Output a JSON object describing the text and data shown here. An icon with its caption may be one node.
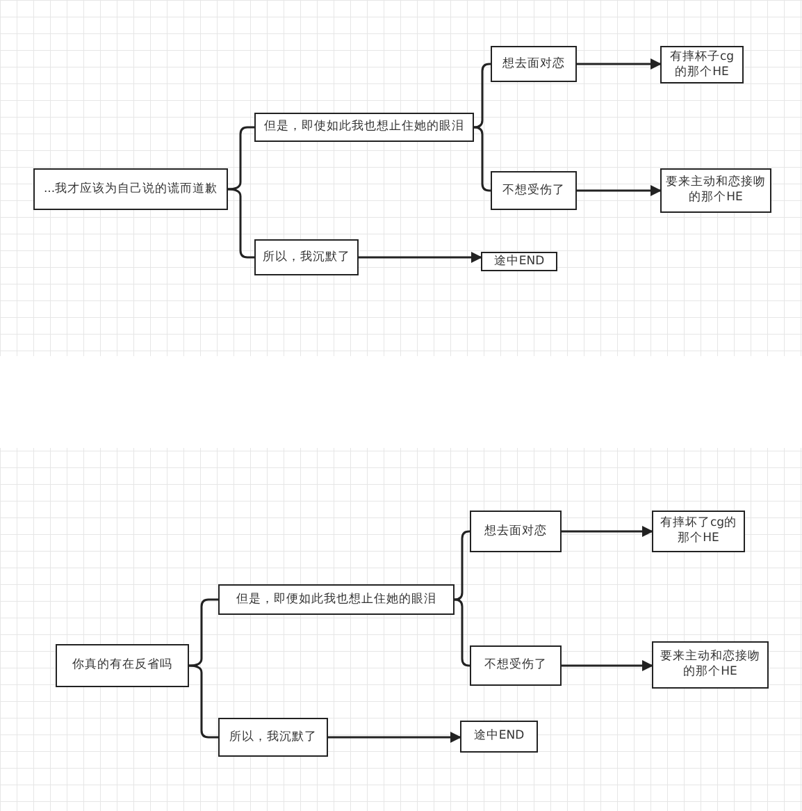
{
  "diagram": {
    "nodes": [
      {
        "text": [
          "...我才应该为自己说的谎而道歉"
        ]
      },
      {
        "text": [
          "但是，即使如此我也想止住她的眼泪"
        ]
      },
      {
        "text": [
          "想去面对恋"
        ]
      },
      {
        "text": [
          "有摔杯子cg的那个HE"
        ]
      },
      {
        "text": [
          "不想受伤了"
        ]
      },
      {
        "text": [
          "要来主动和恋接吻的那个HE"
        ]
      },
      {
        "text": [
          "所以，我沉默了"
        ]
      },
      {
        "text": [
          "途中END"
        ]
      },
      {
        "text": [
          "你真的有在反省吗"
        ]
      },
      {
        "text": [
          "但是，即便如此我也想止住她的眼泪"
        ]
      },
      {
        "text": [
          "想去面对恋"
        ]
      },
      {
        "text": [
          "有摔坏了cg的那个HE"
        ]
      },
      {
        "text": [
          "不想受伤了"
        ]
      },
      {
        "text": [
          "要来主动和恋接吻的那个HE"
        ]
      },
      {
        "text": [
          "所以，我沉默了"
        ]
      },
      {
        "text": [
          "途中END"
        ]
      }
    ],
    "edges": [
      {
        "from": 0,
        "to": 1,
        "arrow": "none"
      },
      {
        "from": 0,
        "to": 6,
        "arrow": "none"
      },
      {
        "from": 1,
        "to": 2,
        "arrow": "none"
      },
      {
        "from": 1,
        "to": 4,
        "arrow": "none"
      },
      {
        "from": 2,
        "to": 3,
        "arrow": "to"
      },
      {
        "from": 4,
        "to": 5,
        "arrow": "to"
      },
      {
        "from": 6,
        "to": 7,
        "arrow": "to"
      },
      {
        "from": 8,
        "to": 9,
        "arrow": "none"
      },
      {
        "from": 8,
        "to": 14,
        "arrow": "none"
      },
      {
        "from": 9,
        "to": 10,
        "arrow": "none"
      },
      {
        "from": 9,
        "to": 12,
        "arrow": "none"
      },
      {
        "from": 10,
        "to": 11,
        "arrow": "to"
      },
      {
        "from": 12,
        "to": 13,
        "arrow": "to"
      },
      {
        "from": 14,
        "to": 15,
        "arrow": "to"
      }
    ]
  }
}
